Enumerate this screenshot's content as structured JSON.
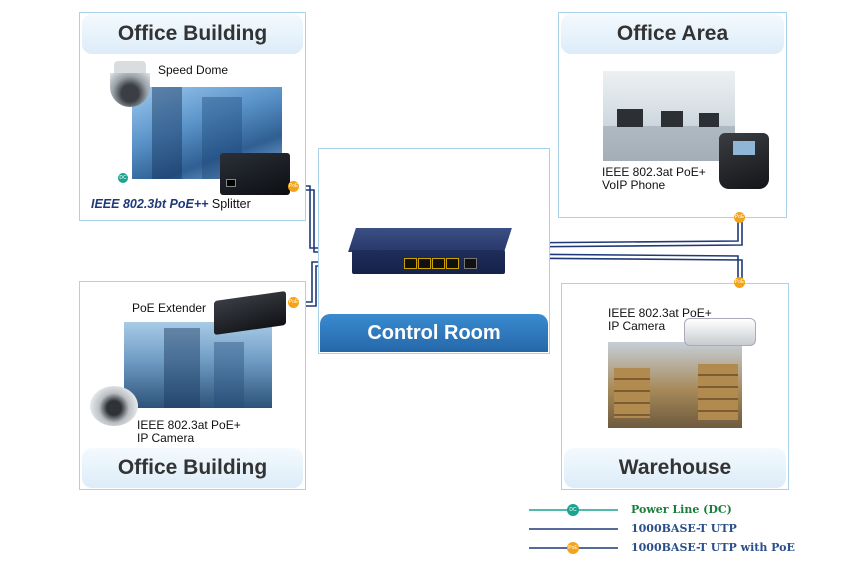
{
  "panels": {
    "office_building_top": {
      "title": "Office Building",
      "speed_dome": "Speed Dome",
      "splitter_italic": "IEEE 802.3bt PoE++",
      "splitter_rest": " Splitter"
    },
    "office_area": {
      "title": "Office Area",
      "phone_line1": "IEEE 802.3at PoE+",
      "phone_line2": "VoIP Phone"
    },
    "control_room": {
      "title": "Control Room"
    },
    "office_building_bottom": {
      "title": "Office Building",
      "extender": "PoE Extender",
      "camera_line1": "IEEE 802.3at PoE+",
      "camera_line2": "IP Camera"
    },
    "warehouse": {
      "title": "Warehouse",
      "camera_line1": "IEEE 802.3at PoE+",
      "camera_line2": "IP Camera"
    }
  },
  "badges": {
    "poe": "PoE",
    "dc": "DC"
  },
  "legend": [
    {
      "label": "Power Line (DC)",
      "color": "#1a7d3c",
      "line": "#1aa38f",
      "badge": "DC"
    },
    {
      "label": "1000BASE-T UTP",
      "color": "#2a4f8a",
      "line": "#1f3a78",
      "badge": ""
    },
    {
      "label": "1000BASE-T UTP with PoE",
      "color": "#2a4f8a",
      "line": "#1f3a78",
      "badge": "PoE"
    }
  ],
  "colors": {
    "utp": "#1f3a78",
    "dc": "#1aa38f",
    "poe_badge": "#f4a31c",
    "control_room": "#2f7bc0"
  }
}
